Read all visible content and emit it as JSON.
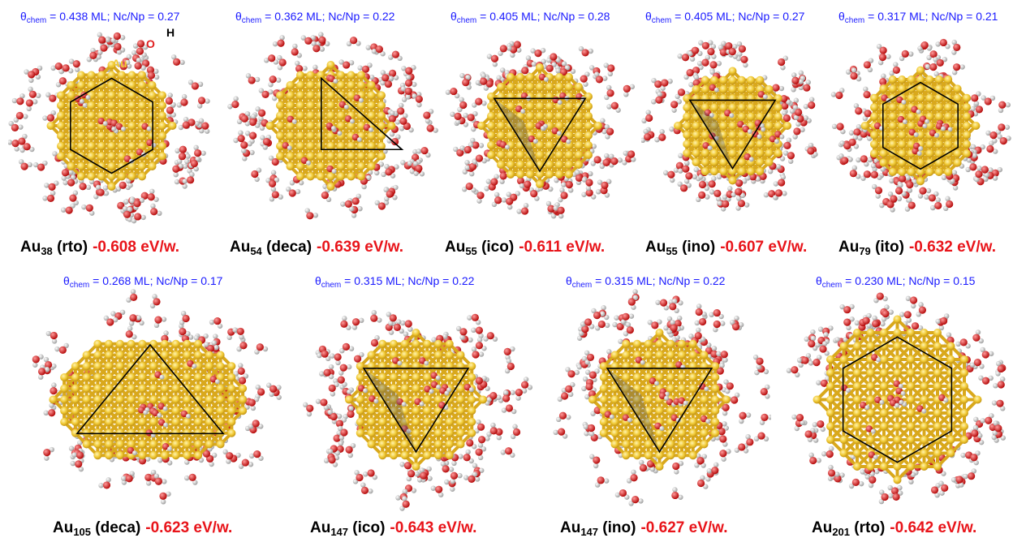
{
  "figure": {
    "legend_tags": {
      "au": "Au",
      "o": "O",
      "h": "H"
    },
    "colors": {
      "theta_text": "#1a1aff",
      "energy_text": "#e8141a",
      "gold": "#f0c832",
      "oxygen": "#e02020",
      "hydrogen": "#f2f2f2",
      "outline": "#000000"
    },
    "panels": [
      {
        "theta_prefix": "θ",
        "theta_sub": "chem",
        "theta_rest": " = 0.438 ML; Nc/Np = 0.27",
        "cluster_main": "Au",
        "cluster_sub": "38",
        "cluster_rest": " (rto)",
        "energy": "-0.608 eV/w.",
        "outline": "hexagon"
      },
      {
        "theta_prefix": "θ",
        "theta_sub": "chem",
        "theta_rest": " = 0.362 ML; Nc/Np = 0.22",
        "cluster_main": "Au",
        "cluster_sub": "54",
        "cluster_rest": " (deca)",
        "energy": "-0.639 eV/w.",
        "outline": "triangle-right"
      },
      {
        "theta_prefix": "θ",
        "theta_sub": "chem",
        "theta_rest": " = 0.405 ML; Nc/Np = 0.28",
        "cluster_main": "Au",
        "cluster_sub": "55",
        "cluster_rest": " (ico)",
        "energy": "-0.611 eV/w.",
        "outline": "triangle-down"
      },
      {
        "theta_prefix": "θ",
        "theta_sub": "chem",
        "theta_rest": " = 0.405 ML; Nc/Np = 0.27",
        "cluster_main": "Au",
        "cluster_sub": "55",
        "cluster_rest": " (ino)",
        "energy": "-0.607 eV/w.",
        "outline": "triangle-down"
      },
      {
        "theta_prefix": "θ",
        "theta_sub": "chem",
        "theta_rest": " = 0.317 ML; Nc/Np = 0.21",
        "cluster_main": "Au",
        "cluster_sub": "79",
        "cluster_rest": " (ito)",
        "energy": "-0.632 eV/w.",
        "outline": "hexagon"
      },
      {
        "theta_prefix": "θ",
        "theta_sub": "chem",
        "theta_rest": " = 0.268 ML; Nc/Np = 0.17",
        "cluster_main": "Au",
        "cluster_sub": "105",
        "cluster_rest": " (deca)",
        "energy": "-0.623 eV/w.",
        "outline": "triangle-up"
      },
      {
        "theta_prefix": "θ",
        "theta_sub": "chem",
        "theta_rest": " = 0.315 ML; Nc/Np = 0.22",
        "cluster_main": "Au",
        "cluster_sub": "147",
        "cluster_rest": " (ico)",
        "energy": "-0.643 eV/w.",
        "outline": "triangle-down"
      },
      {
        "theta_prefix": "θ",
        "theta_sub": "chem",
        "theta_rest": " = 0.315 ML; Nc/Np = 0.22",
        "cluster_main": "Au",
        "cluster_sub": "147",
        "cluster_rest": " (ino)",
        "energy": "-0.627 eV/w.",
        "outline": "triangle-down"
      },
      {
        "theta_prefix": "θ",
        "theta_sub": "chem",
        "theta_rest": " = 0.230 ML; Nc/Np = 0.15",
        "cluster_main": "Au",
        "cluster_sub": "201",
        "cluster_rest": " (rto)",
        "energy": "-0.642 eV/w.",
        "outline": "hexagon"
      }
    ]
  }
}
